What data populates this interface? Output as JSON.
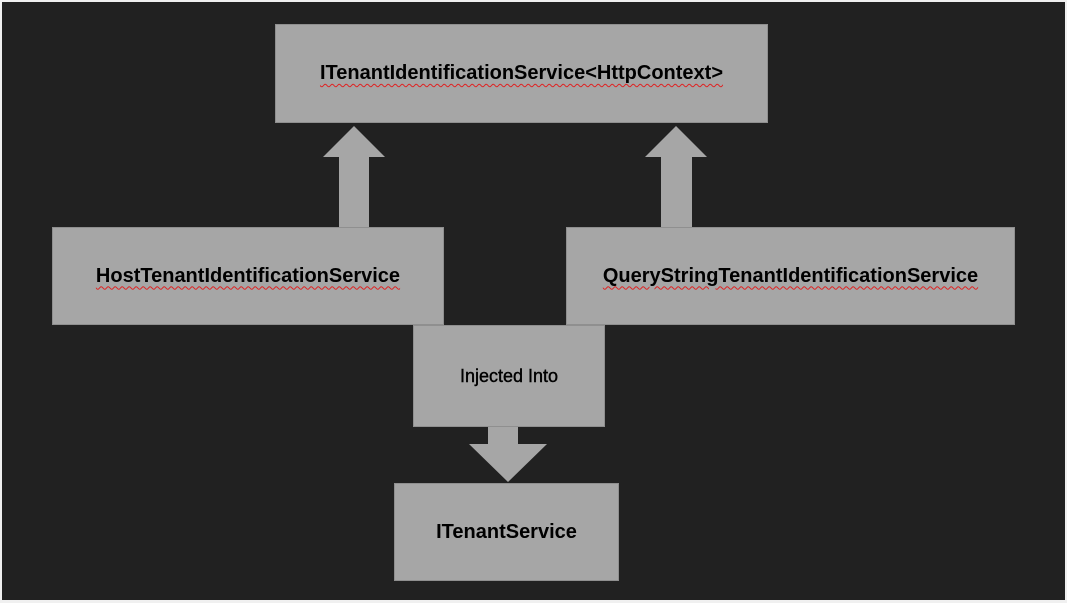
{
  "diagram": {
    "boxes": {
      "interface": "ITenantIdentificationService<HttpContext>",
      "host_service": "HostTenantIdentificationService",
      "querystring_service": "QueryStringTenantIdentificationService",
      "injected_label": "Injected Into",
      "tenant_service": "ITenantService"
    },
    "colors": {
      "background": "#212121",
      "box_fill": "#a6a6a6",
      "arrow_fill": "#a6a6a6",
      "spellcheck_underline": "#e02020"
    }
  }
}
